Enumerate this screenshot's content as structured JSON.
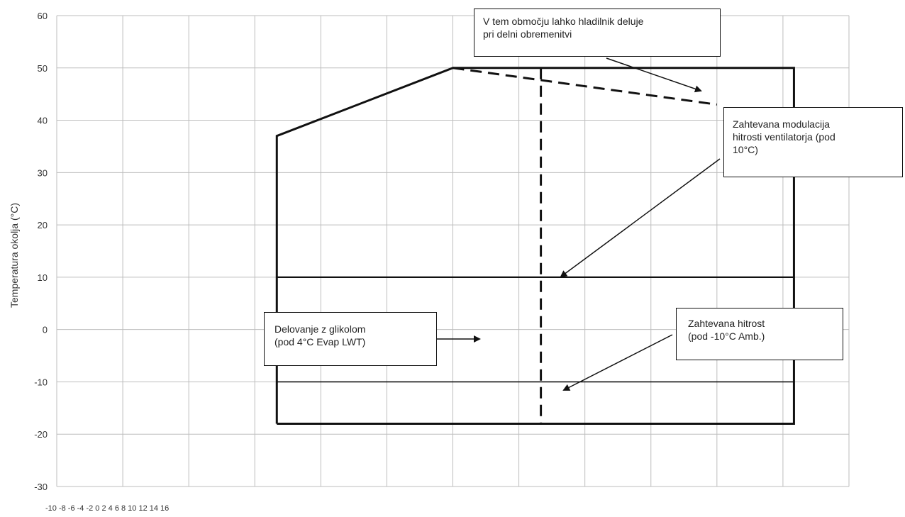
{
  "chart_data": {
    "type": "line",
    "title": "",
    "ylabel": "Temperatura okolja (°C)",
    "xlabel": "",
    "ylim": [
      -30,
      60
    ],
    "y_ticks": [
      60,
      50,
      40,
      30,
      20,
      10,
      0,
      -10,
      -20,
      -30
    ],
    "x_tick_text": "-10 -8 -6 -4 -2 0 2 4 6 8 10 12 14 16",
    "grid": true,
    "series": [
      {
        "style": "solid-thick",
        "points": [
          [
            -2,
            -18
          ],
          [
            -2,
            37
          ],
          [
            6,
            50
          ],
          [
            9,
            50
          ]
        ]
      },
      {
        "style": "solid-thick",
        "points": [
          [
            9,
            50
          ],
          [
            21.5,
            50
          ],
          [
            21.5,
            -18
          ],
          [
            -2,
            -18
          ]
        ]
      },
      {
        "style": "dashed-thick",
        "points": [
          [
            6,
            50
          ],
          [
            18,
            43
          ]
        ]
      },
      {
        "style": "dashed-thick",
        "points": [
          [
            10,
            50
          ],
          [
            10,
            -18
          ]
        ]
      },
      {
        "style": "solid-medium",
        "points": [
          [
            -2,
            10
          ],
          [
            21.5,
            10
          ]
        ]
      },
      {
        "style": "solid-thin",
        "points": [
          [
            -2,
            -10
          ],
          [
            21.5,
            -10
          ]
        ]
      }
    ],
    "annotations": [
      {
        "id": "partial_load",
        "lines": [
          "V tem območju lahko hladilnik deluje",
          "pri delni obremenitvi"
        ]
      },
      {
        "id": "fan_modulation",
        "lines": [
          "Zahtevana modulacija",
          "hitrosti ventilatorja (pod",
          "10°C)"
        ]
      },
      {
        "id": "glycol",
        "lines": [
          "Delovanje z glikolom",
          "(pod 4°C Evap LWT)"
        ]
      },
      {
        "id": "speed_required",
        "lines": [
          "Zahtevana hitrost",
          "(pod -10°C Amb.)"
        ]
      }
    ]
  }
}
